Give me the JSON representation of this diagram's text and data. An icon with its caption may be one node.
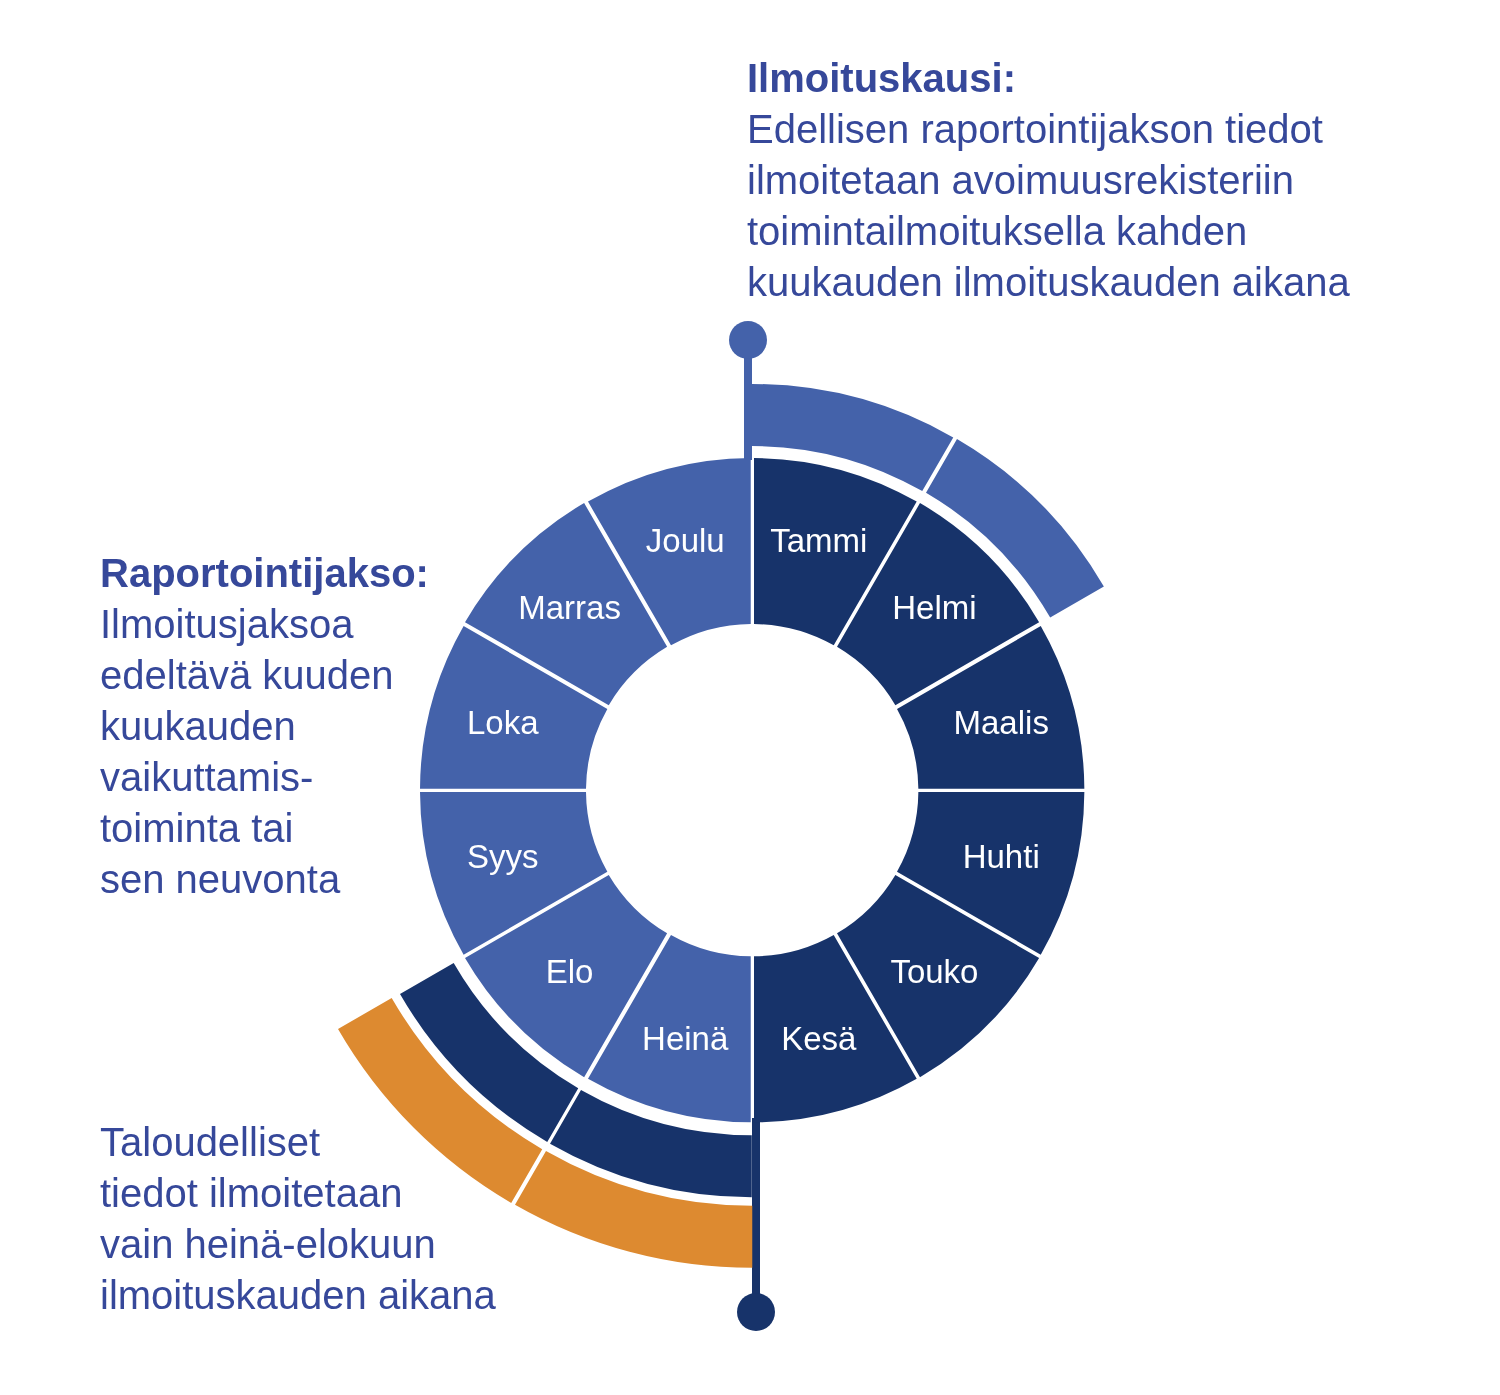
{
  "diagram": {
    "nodes": [
      {
        "text": [
          "Tammi"
        ]
      },
      {
        "text": [
          "Helmi"
        ]
      },
      {
        "text": [
          "Maalis"
        ]
      },
      {
        "text": [
          "Huhti"
        ]
      },
      {
        "text": [
          "Touko"
        ]
      },
      {
        "text": [
          "Kesä"
        ]
      },
      {
        "text": [
          "Heinä"
        ]
      },
      {
        "text": [
          "Elo"
        ]
      },
      {
        "text": [
          "Syys"
        ]
      },
      {
        "text": [
          "Loka"
        ]
      },
      {
        "text": [
          "Marras"
        ]
      },
      {
        "text": [
          "Joulu"
        ]
      },
      {
        "text": [],
        "shape": "arc"
      },
      {
        "text": [],
        "shape": "arc"
      },
      {
        "text": [],
        "shape": "arc"
      },
      {
        "text": [],
        "shape": "arc"
      },
      {
        "text": [],
        "shape": "arc"
      },
      {
        "text": [],
        "shape": "arc"
      }
    ],
    "labels": [
      "Ilmoituskausi:",
      "Edellisen raportointijakson tiedot ilmoitetaan avoimuusrekisteriin toimintailmoituksella kahden kuukauden ilmoituskauden aikana",
      "Raportointijakso:",
      "Ilmoitusjaksoa edeltävä kuuden kuukauden vaikuttamis- toiminta tai sen neuvonta",
      "Taloudelliset tiedot ilmoitetaan vain heinä-elokuun ilmoituskauden aikana"
    ]
  }
}
